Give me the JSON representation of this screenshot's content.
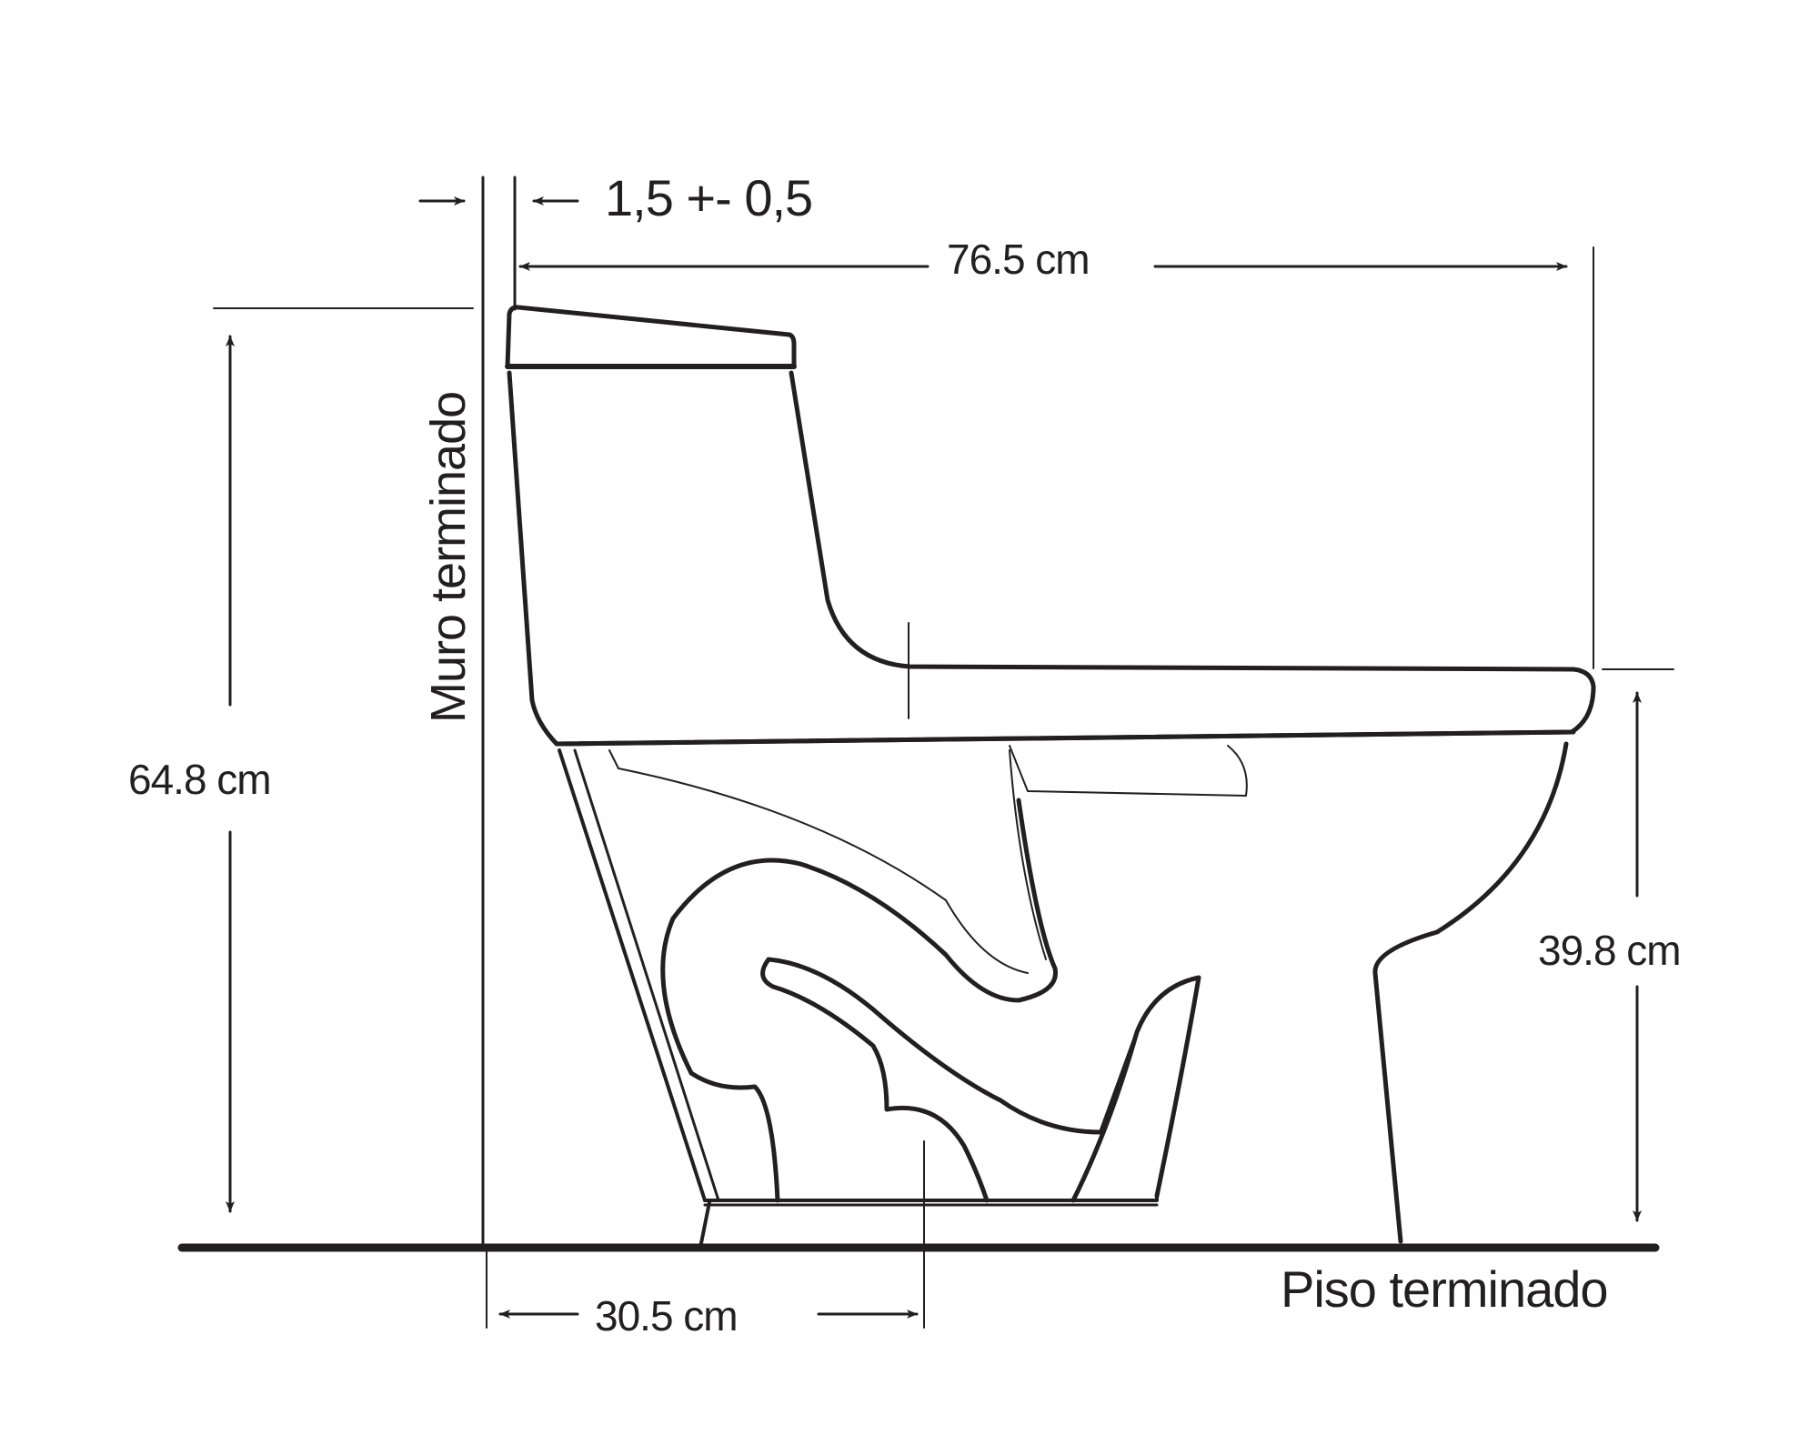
{
  "diagram": {
    "type": "technical-dimension-drawing",
    "subject": "one-piece toilet side view",
    "line_color": "#231f20",
    "labels": {
      "wall_gap": "1,5 +- 0,5",
      "total_depth": "76.5 cm",
      "total_height": "64.8 cm",
      "seat_height": "39.8 cm",
      "rough_in": "30.5 cm",
      "wall": "Muro terminado",
      "floor": "Piso terminado"
    }
  }
}
